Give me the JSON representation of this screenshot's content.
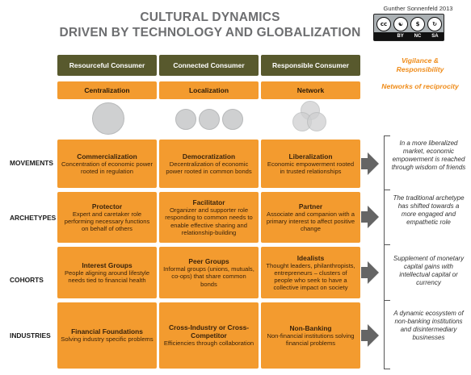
{
  "title": {
    "line1": "CULTURAL DYNAMICS",
    "line2": "DRIVEN BY TECHNOLOGY AND GLOBALIZATION"
  },
  "author": "Gunther Sonnenfeld 2013",
  "license": {
    "badges": [
      "cc",
      "person",
      "nc",
      "sa"
    ],
    "labels": [
      "BY",
      "NC",
      "SA"
    ]
  },
  "columns": [
    {
      "header": "Resourceful Consumer",
      "sub": "Centralization"
    },
    {
      "header": "Connected Consumer",
      "sub": "Localization"
    },
    {
      "header": "Responsible Consumer",
      "sub": "Network"
    }
  ],
  "notes": {
    "header": "Vigilance & Responsibility",
    "sub": "Networks of reciprocity"
  },
  "rows": [
    {
      "label": "MOVEMENTS",
      "cells": [
        {
          "title": "Commercialization",
          "text": "Concentration of economic power rooted in regulation"
        },
        {
          "title": "Democratization",
          "text": "Decentralization of economic power rooted in common bonds"
        },
        {
          "title": "Liberalization",
          "text": "Economic empowerment rooted in trusted relationships"
        }
      ],
      "side": "In a more liberalized market, economic empowerment is reached through wisdom of friends"
    },
    {
      "label": "ARCHETYPES",
      "cells": [
        {
          "title": "Protector",
          "text": "Expert and caretaker role performing necessary functions on behalf of others"
        },
        {
          "title": "Facilitator",
          "text": "Organizer and supporter role responding to common needs to enable effective sharing and relationship-building"
        },
        {
          "title": "Partner",
          "text": "Associate and companion with a primary interest to affect positive change"
        }
      ],
      "side": "The traditional archetype has shifted towards a more engaged and empathetic role"
    },
    {
      "label": "COHORTS",
      "cells": [
        {
          "title": "Interest Groups",
          "text": "People aligning around lifestyle needs tied to financial health"
        },
        {
          "title": "Peer Groups",
          "text": "Informal groups (unions, mutuals, co-ops) that share common bonds"
        },
        {
          "title": "Idealists",
          "text": "Thought leaders, philanthropists, entrepreneurs – clusters of people who seek to have a collective impact on society"
        }
      ],
      "side": "Supplement of monetary capital gains with intellectual capital or currency"
    },
    {
      "label": "INDUSTRIES",
      "cells": [
        {
          "title": "Financial Foundations",
          "text": "Solving industry specific problems"
        },
        {
          "title": "Cross-Industry or Cross-Competitor",
          "text": "Efficiencies through collaboration"
        },
        {
          "title": "Non-Banking",
          "text": "Non-financial institutions solving financial problems"
        }
      ],
      "side": "A dynamic ecosystem of non-banking institutions and disintermediary businesses"
    }
  ],
  "colors": {
    "header": "#58592d",
    "cell": "#f39b2f",
    "note": "#ef8b18",
    "arrow": "#656565",
    "circle": "#cfd0d1"
  }
}
